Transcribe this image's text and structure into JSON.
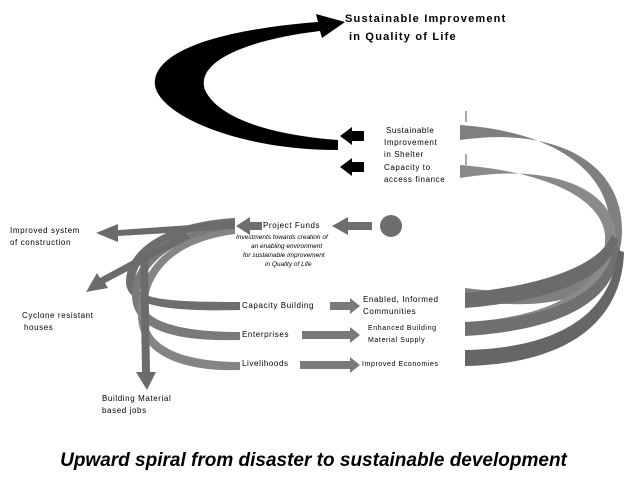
{
  "title": {
    "line1": "Sustainable Improvement",
    "line2": "in Quality of Life"
  },
  "right_labels": {
    "shelter_1": "Sustainable",
    "shelter_2": "Improvement",
    "shelter_3": "in Shelter",
    "finance_1": "Capacity to",
    "finance_2": "access finance"
  },
  "center": {
    "project_funds": "Project Funds",
    "note_1": "Investments towards creation of",
    "note_2": "an enabling environment",
    "note_3": "for sustainable improvement",
    "note_4": "in Quality of Life"
  },
  "left_outcomes": {
    "construction_1": "Improved system",
    "construction_2": "of construction",
    "cyclone_1": "Cyclone resistant",
    "cyclone_2": "houses",
    "jobs_1": "Building Material",
    "jobs_2": "based jobs"
  },
  "strands": {
    "capacity_building": "Capacity Building",
    "enterprises": "Enterprises",
    "livelihoods": "Livelihoods"
  },
  "strand_outcomes": {
    "communities_1": "Enabled, Informed",
    "communities_2": "Communities",
    "supply_1": "Enhanced Building",
    "supply_2": "Material Supply",
    "economies": "Improved Economies"
  },
  "caption": "Upward spiral from disaster to sustainable development",
  "colors": {
    "band": "#808080",
    "band_dark": "#6b6b6b",
    "black_arrow": "#000000",
    "circle": "#6e6e6e"
  }
}
